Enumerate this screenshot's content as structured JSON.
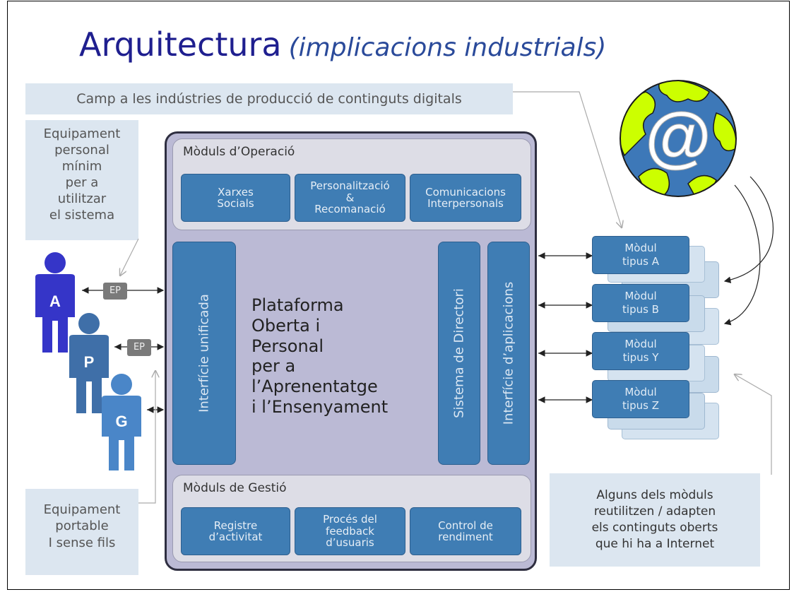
{
  "title": {
    "main": "Arquitectura",
    "sub": "(implicacions industrials)"
  },
  "top_banner": "Camp a les indústries de producció de continguts digitals",
  "equip_personal": [
    "Equipament",
    "personal",
    "mínim",
    "per a",
    "utilitzar",
    "el sistema"
  ],
  "equip_portable": [
    "Equipament",
    "portable",
    "I sense fils"
  ],
  "users": [
    {
      "letter": "A",
      "color": "#3535c8"
    },
    {
      "letter": "P",
      "color": "#3f6fa8"
    },
    {
      "letter": "G",
      "color": "#4a86c8"
    }
  ],
  "ep_label": "EP",
  "operacio": {
    "title": "Mòduls d’Operació",
    "modules": [
      {
        "lines": [
          "Xarxes",
          "Socials"
        ]
      },
      {
        "lines": [
          "Personalització",
          "&",
          "Recomanació"
        ]
      },
      {
        "lines": [
          "Comunicacions",
          "Interpersonals"
        ]
      }
    ]
  },
  "interficie_unificada": "Interfície unificada",
  "platform_name": [
    "Plataforma",
    "Oberta i",
    "Personal",
    "per a",
    "l’Aprenentatge",
    "i l’Ensenyament"
  ],
  "sistema_directori": "Sistema de Directori",
  "interficie_aplicacions": "Interfície d’aplicacions",
  "gestio": {
    "title": "Mòduls de Gestió",
    "modules": [
      {
        "lines": [
          "Registre",
          "d’activitat"
        ]
      },
      {
        "lines": [
          "Procés del",
          "feedback",
          "d’usuaris"
        ]
      },
      {
        "lines": [
          "Control de",
          "rendiment"
        ]
      }
    ]
  },
  "module_types": [
    {
      "lines": [
        "Mòdul",
        "tipus A"
      ]
    },
    {
      "lines": [
        "Mòdul",
        "tipus B"
      ]
    },
    {
      "lines": [
        "Mòdul",
        "tipus Y"
      ]
    },
    {
      "lines": [
        "Mòdul",
        "tipus Z"
      ]
    }
  ],
  "note": [
    "Alguns dels mòduls",
    "reutilitzen / adapten",
    "els continguts oberts",
    "que hi ha a Internet"
  ],
  "globe_symbol": "@",
  "colors": {
    "title": "#1f1f8f",
    "module": "#3f7db4",
    "platform": "#bbbad5",
    "light_box": "#dce6f0",
    "globe_land": "#ccff00",
    "globe_sea": "#3d78b8"
  }
}
